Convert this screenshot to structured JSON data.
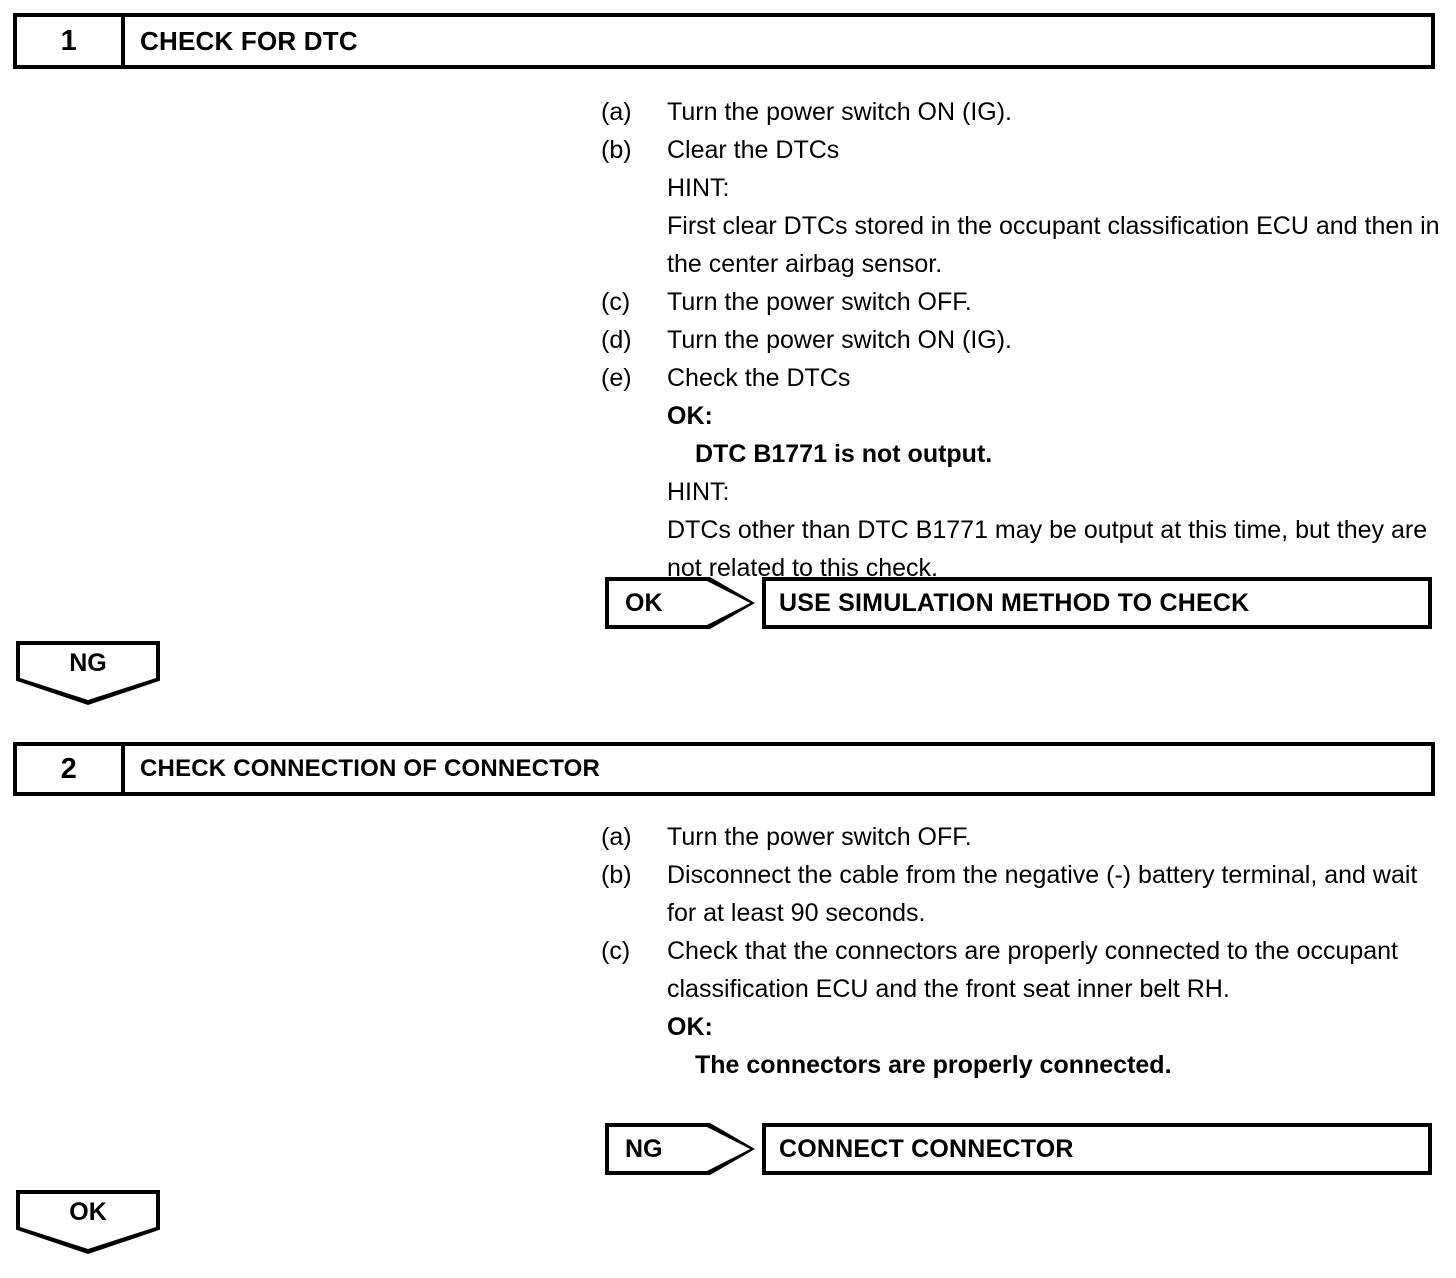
{
  "steps": [
    {
      "number": "1",
      "title": "CHECK FOR DTC",
      "procedures": [
        {
          "label": "(a)",
          "text": "Turn the power switch ON (IG)."
        },
        {
          "label": "(b)",
          "text": "Clear the DTCs"
        },
        {
          "label": "",
          "text": "HINT:"
        },
        {
          "label": "",
          "text": "First clear DTCs stored in the occupant classification ECU and then in the center airbag sensor."
        },
        {
          "label": "(c)",
          "text": "Turn the power switch OFF."
        },
        {
          "label": "(d)",
          "text": "Turn the power switch ON (IG)."
        },
        {
          "label": "(e)",
          "text": "Check the DTCs"
        }
      ],
      "ok_label": "OK:",
      "ok_statement": "DTC B1771 is not output.",
      "hint_label": "HINT:",
      "hint_text": "DTCs other than DTC B1771 may be output at this time, but they are not related to this check.",
      "result": {
        "judgement": "OK",
        "action": "USE SIMULATION METHOD TO CHECK"
      },
      "exit": {
        "judgement": "NG"
      }
    },
    {
      "number": "2",
      "title": "CHECK CONNECTION OF CONNECTOR",
      "procedures": [
        {
          "label": "(a)",
          "text": "Turn the power switch OFF."
        },
        {
          "label": "(b)",
          "text": "Disconnect the cable from the negative (-) battery terminal, and wait for at least 90 seconds."
        },
        {
          "label": "(c)",
          "text": "Check that the connectors are properly connected to the occupant classification ECU and the front seat inner belt RH."
        }
      ],
      "ok_label": "OK:",
      "ok_statement": "The connectors are properly connected.",
      "result": {
        "judgement": "NG",
        "action": "CONNECT CONNECTOR"
      },
      "exit": {
        "judgement": "OK"
      }
    }
  ]
}
